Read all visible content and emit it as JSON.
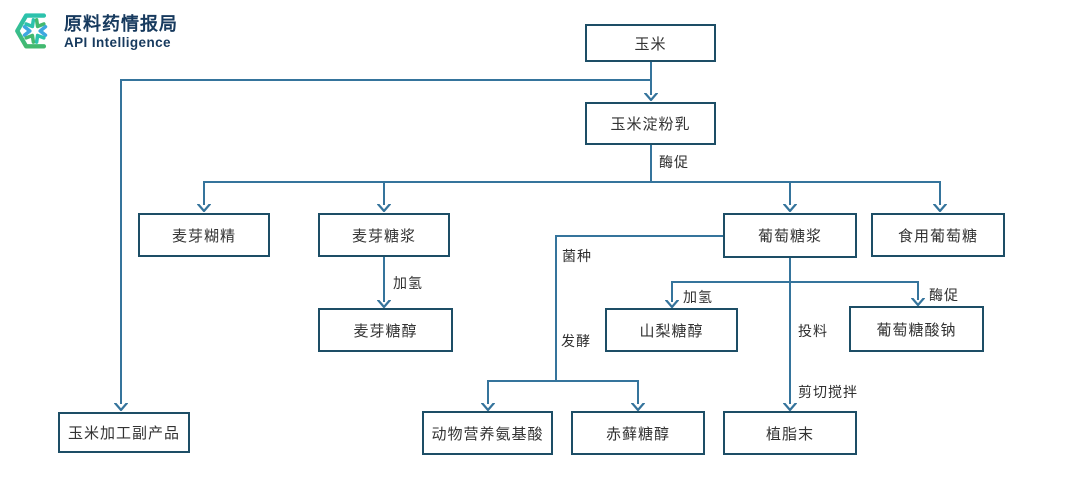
{
  "logo": {
    "title": "原料药情报局",
    "subtitle": "API Intelligence",
    "icon": "hexagon-pinwheel-icon"
  },
  "colors": {
    "box_border": "#1d4e66",
    "connector_line": "#35749c",
    "node_text": "#333333",
    "logo_text": "#173a5e",
    "logo_teal": "#2cc2ad",
    "logo_green": "#43b96f",
    "logo_blue": "#3ea7e0"
  },
  "diagram": {
    "type": "flowchart",
    "nodes": {
      "corn": {
        "label": "玉米"
      },
      "starch_milk": {
        "label": "玉米淀粉乳"
      },
      "maltodextrin": {
        "label": "麦芽糊精"
      },
      "malt_syrup": {
        "label": "麦芽糖浆"
      },
      "glucose_syrup": {
        "label": "葡萄糖浆"
      },
      "edible_glucose": {
        "label": "食用葡萄糖"
      },
      "maltitol": {
        "label": "麦芽糖醇"
      },
      "sorbitol": {
        "label": "山梨糖醇"
      },
      "sodium_gluconate": {
        "label": "葡萄糖酸钠"
      },
      "animal_amino_acid": {
        "label": "动物营养氨基酸"
      },
      "erythritol": {
        "label": "赤藓糖醇"
      },
      "creamer": {
        "label": "植脂末"
      },
      "byproduct": {
        "label": "玉米加工副产品"
      }
    },
    "edge_labels": {
      "enzymatic_top": "酶促",
      "hydrogenation_maltitol": "加氢",
      "strain": "菌种",
      "fermentation": "发酵",
      "hydrogenation_sorbitol": "加氢",
      "feeding": "投料",
      "enzymatic_gluconate": "酶促",
      "shear_mixing": "剪切搅拌"
    },
    "edges": [
      "玉米 → 玉米淀粉乳",
      "玉米 → 玉米加工副产品",
      "玉米淀粉乳 —酶促→ 麦芽糊精 / 麦芽糖浆 / 葡萄糖浆 / 食用葡萄糖",
      "麦芽糖浆 —加氢→ 麦芽糖醇",
      "葡萄糖浆 —加氢→ 山梨糖醇",
      "葡萄糖浆 —酶促→ 葡萄糖酸钠",
      "葡萄糖浆 —菌种/发酵→ 动物营养氨基酸 / 赤藓糖醇",
      "葡萄糖浆 —投料/剪切搅拌→ 植脂末"
    ]
  }
}
